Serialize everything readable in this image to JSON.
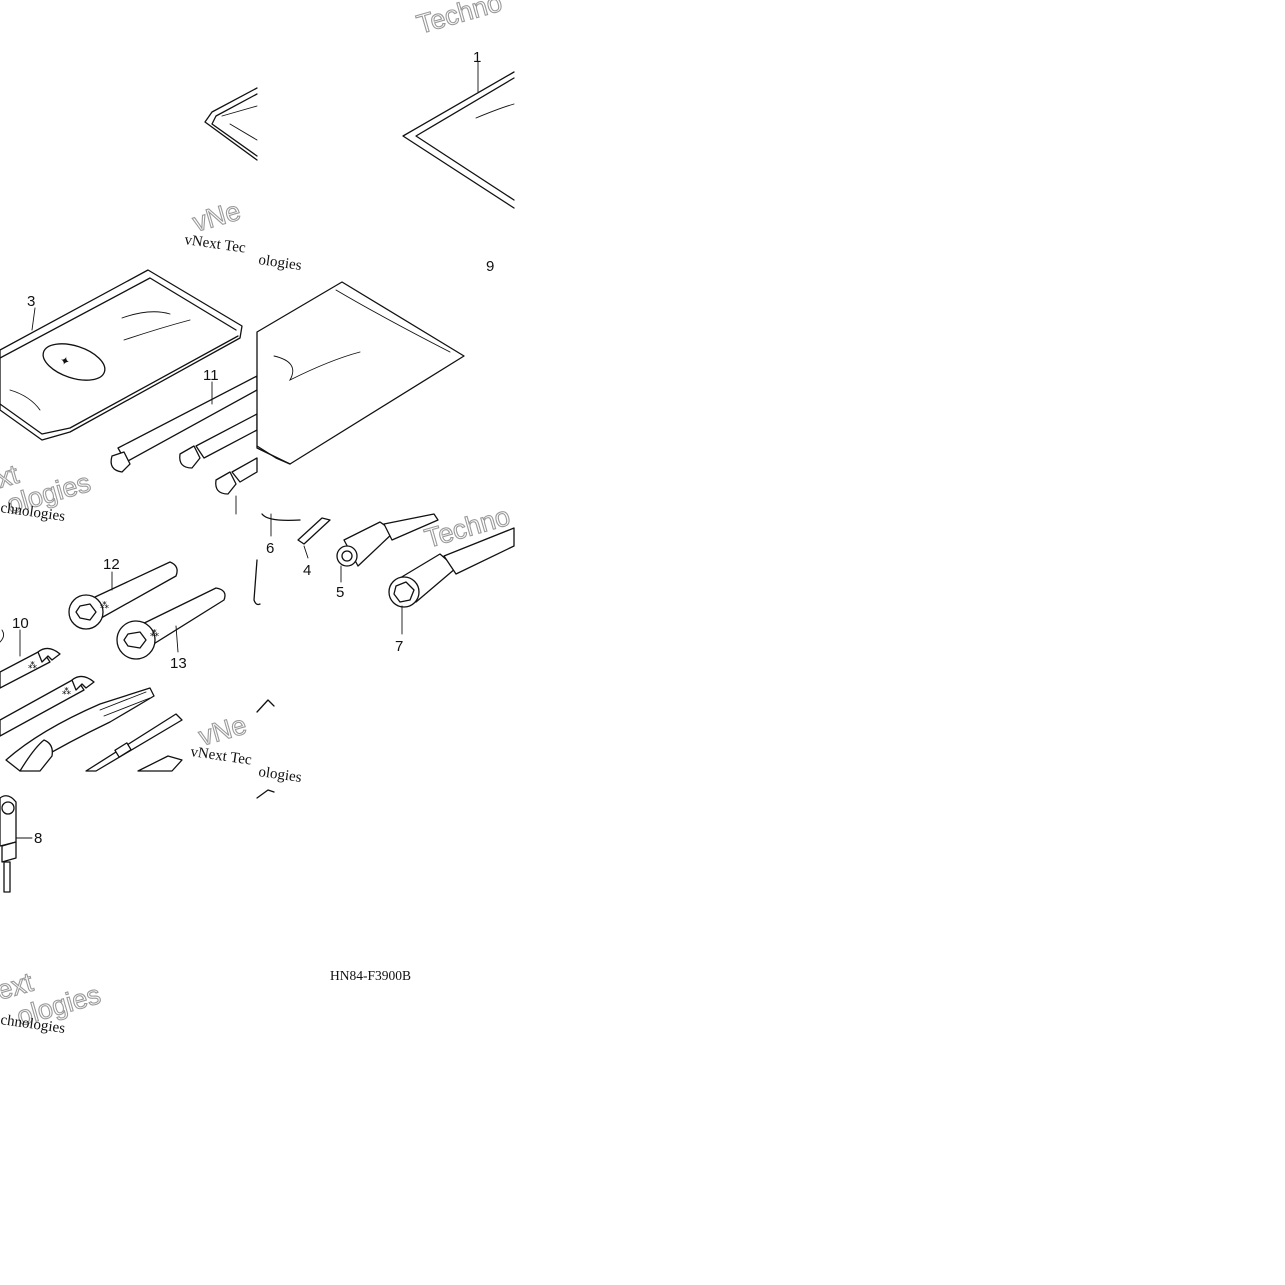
{
  "diagram": {
    "part_labels": {
      "p1": "1",
      "p3": "3",
      "p4": "4",
      "p5": "5",
      "p6": "6",
      "p7": "7",
      "p8": "8",
      "p9": "9",
      "p10": "10",
      "p11": "11",
      "p12": "12",
      "p13": "13"
    },
    "drawing_code": "HN84-F3900B"
  },
  "watermark": {
    "text": "vNext Technologies"
  }
}
